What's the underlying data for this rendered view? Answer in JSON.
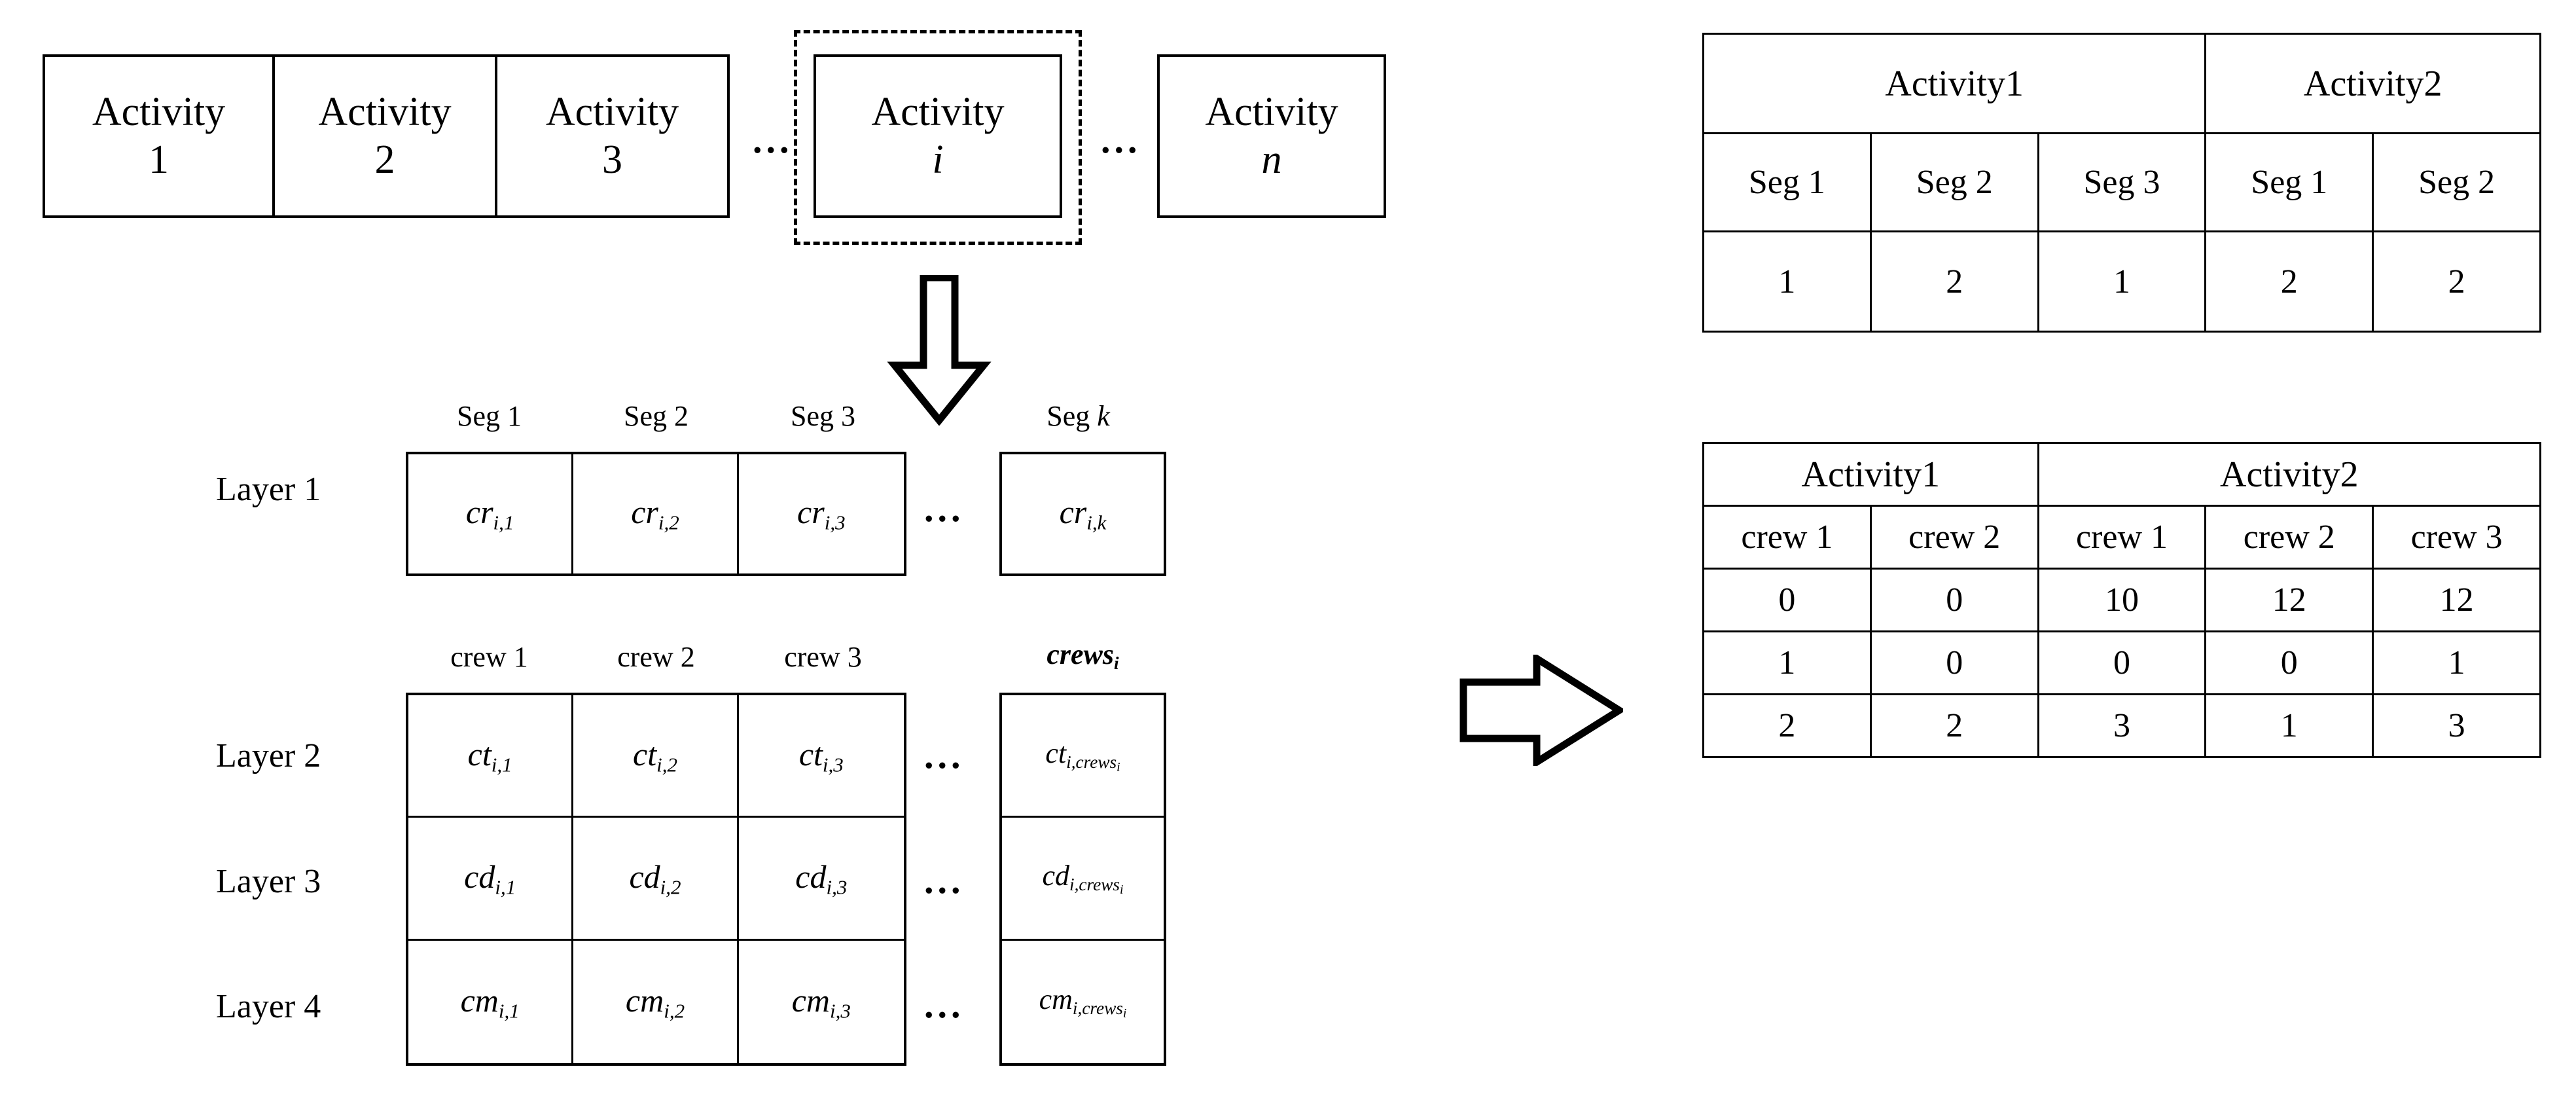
{
  "activity_chain": {
    "items": [
      {
        "name": "Activity",
        "index": "1",
        "italic_index": false,
        "highlight": false
      },
      {
        "name": "Activity",
        "index": "2",
        "italic_index": false,
        "highlight": false
      },
      {
        "name": "Activity",
        "index": "3",
        "italic_index": false,
        "highlight": false
      },
      {
        "name": "Activity",
        "index": "i",
        "italic_index": true,
        "highlight": true
      },
      {
        "name": "Activity",
        "index": "n",
        "italic_index": true,
        "highlight": false
      }
    ],
    "ellipsis": "..."
  },
  "layer1": {
    "row_label": "Layer 1",
    "headers": [
      "Seg 1",
      "Seg 2",
      "Seg 3",
      "Seg k"
    ],
    "header_k_prefix": "Seg ",
    "header_k_italic": "k",
    "cells": [
      {
        "base": "cr",
        "sub": "i,1"
      },
      {
        "base": "cr",
        "sub": "i,2"
      },
      {
        "base": "cr",
        "sub": "i,3"
      },
      {
        "base": "cr",
        "sub": "i,k"
      }
    ],
    "ellipsis": "..."
  },
  "layer234": {
    "row_labels": [
      "Layer 2",
      "Layer 3",
      "Layer 4"
    ],
    "headers": [
      "crew 1",
      "crew 2",
      "crew 3"
    ],
    "header_last": "crews",
    "header_last_sub": "i",
    "rows": [
      {
        "base": "ct",
        "subs": [
          "i,1",
          "i,2",
          "i,3"
        ],
        "last_sub_pre": "i,crews",
        "last_sub_post": "i"
      },
      {
        "base": "cd",
        "subs": [
          "i,1",
          "i,2",
          "i,3"
        ],
        "last_sub_pre": "i,crews",
        "last_sub_post": "i"
      },
      {
        "base": "cm",
        "subs": [
          "i,1",
          "i,2",
          "i,3"
        ],
        "last_sub_pre": "i,crews",
        "last_sub_post": "i"
      }
    ],
    "ellipsis": "..."
  },
  "table_top": {
    "groups": [
      {
        "label": "Activity1",
        "span": 3
      },
      {
        "label": "Activity2",
        "span": 2
      }
    ],
    "column_headers": [
      "Seg 1",
      "Seg 2",
      "Seg 3",
      "Seg 1",
      "Seg 2"
    ],
    "values": [
      "1",
      "2",
      "1",
      "2",
      "2"
    ]
  },
  "table_bottom": {
    "groups": [
      {
        "label": "Activity1",
        "span": 2
      },
      {
        "label": "Activity2",
        "span": 3
      }
    ],
    "column_headers": [
      "crew 1",
      "crew 2",
      "crew 1",
      "crew 2",
      "crew 3"
    ],
    "rows": [
      [
        "0",
        "0",
        "10",
        "12",
        "12"
      ],
      [
        "1",
        "0",
        "0",
        "0",
        "1"
      ],
      [
        "2",
        "2",
        "3",
        "1",
        "3"
      ]
    ]
  },
  "arrows": {
    "down_label": "down-arrow",
    "right_label": "right-arrow"
  },
  "colors": {
    "stroke": "#000000",
    "background": "#ffffff"
  }
}
